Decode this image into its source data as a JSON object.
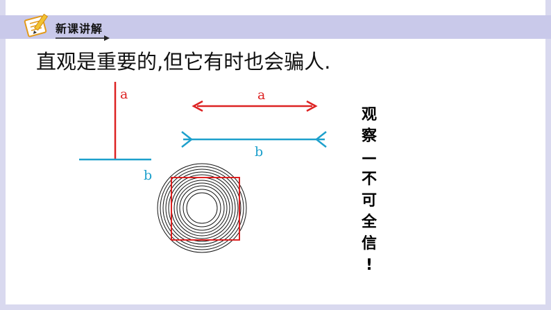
{
  "header": {
    "section_title": "新课讲解"
  },
  "main": {
    "sentence": "直观是重要的,但它有时也会骗人."
  },
  "figure_t": {
    "label_vertical": "a",
    "label_horizontal": "b"
  },
  "figure_arrows": {
    "label_top": "a",
    "label_bottom": "b"
  },
  "side_text": {
    "chars": [
      "观",
      "察",
      "—",
      "不",
      "可",
      "全",
      "信",
      "!"
    ]
  },
  "colors": {
    "red": "#d22",
    "blue": "#1da0cc",
    "header": "#c9c9ea",
    "frame": "#d9d9ef"
  },
  "icons": [
    "notepad-pencil-icon"
  ]
}
